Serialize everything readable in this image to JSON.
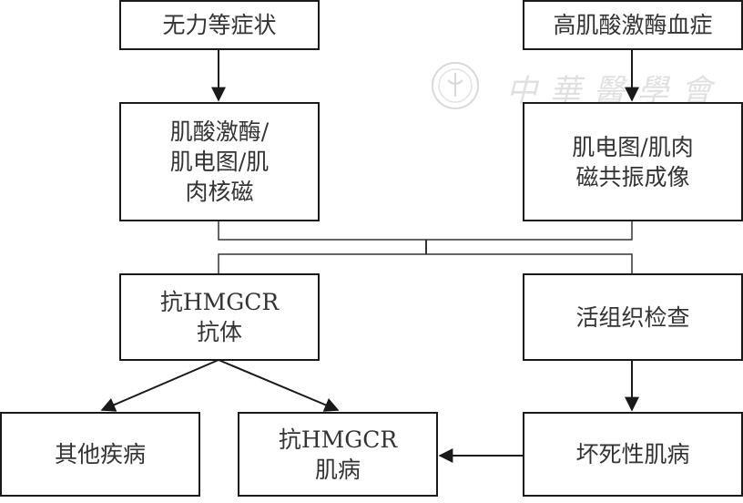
{
  "diagram": {
    "type": "flowchart",
    "watermark": {
      "text": "中華醫學會",
      "icon": "society-seal-icon"
    },
    "nodes": {
      "symptoms": {
        "lines": [
          "无力等症状"
        ]
      },
      "hyperck": {
        "lines": [
          "高肌酸激酶血症"
        ]
      },
      "tests_left": {
        "lines": [
          "肌酸激酶/",
          "肌电图/肌",
          "肉核磁"
        ]
      },
      "tests_right": {
        "lines": [
          "肌电图/肌肉",
          "磁共振成像"
        ]
      },
      "antibody": {
        "lines": [
          "抗HMGCR",
          "抗体"
        ]
      },
      "biopsy": {
        "lines": [
          "活组织检查"
        ]
      },
      "other_disease": {
        "lines": [
          "其他疾病"
        ]
      },
      "hmgcr_myopathy": {
        "lines": [
          "抗HMGCR",
          "肌病"
        ]
      },
      "necrotizing_myopathy": {
        "lines": [
          "坏死性肌病"
        ]
      }
    },
    "edges": [
      {
        "from": "symptoms",
        "to": "tests_left"
      },
      {
        "from": "hyperck",
        "to": "tests_right"
      },
      {
        "from": "tests_left",
        "to": "antibody"
      },
      {
        "from": "tests_left",
        "to": "biopsy"
      },
      {
        "from": "tests_right",
        "to": "antibody"
      },
      {
        "from": "tests_right",
        "to": "biopsy"
      },
      {
        "from": "antibody",
        "to": "other_disease"
      },
      {
        "from": "antibody",
        "to": "hmgcr_myopathy"
      },
      {
        "from": "biopsy",
        "to": "necrotizing_myopathy"
      },
      {
        "from": "necrotizing_myopathy",
        "to": "hmgcr_myopathy"
      }
    ]
  }
}
